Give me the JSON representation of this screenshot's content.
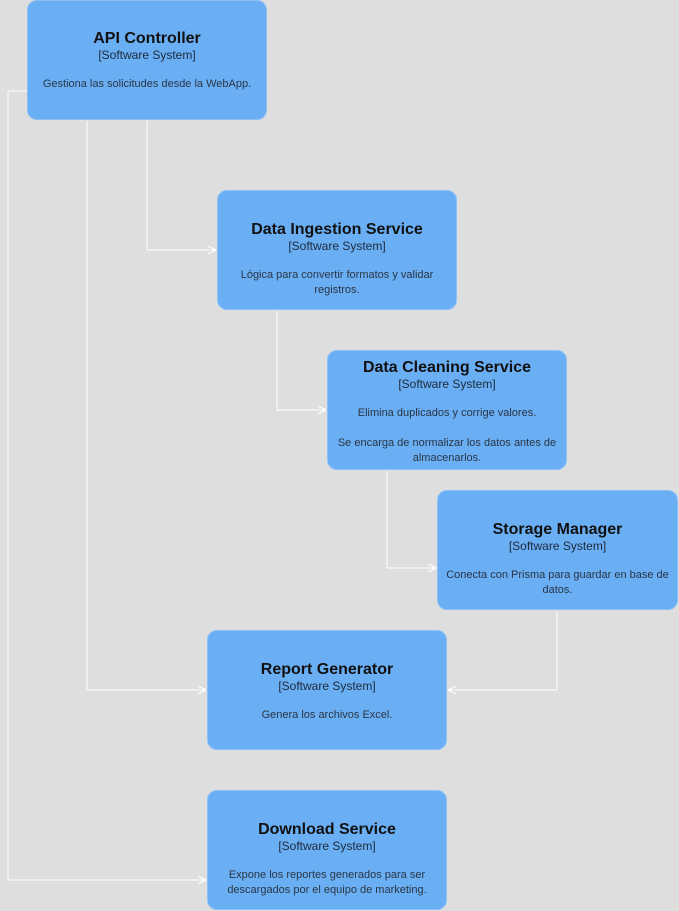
{
  "nodes": {
    "api_controller": {
      "title": "API Controller",
      "kind": "[Software System]",
      "description": "Gestiona las solicitudes desde la WebApp."
    },
    "data_ingestion": {
      "title": "Data Ingestion Service",
      "kind": "[Software System]",
      "description": "Lógica para convertir formatos y validar registros."
    },
    "data_cleaning": {
      "title": "Data Cleaning Service",
      "kind": "[Software System]",
      "description": "Elimina duplicados y corrige valores.\n\nSe encarga de normalizar los datos antes de almacenarlos."
    },
    "storage_manager": {
      "title": "Storage Manager",
      "kind": "[Software System]",
      "description": "Conecta con Prisma para guardar en base de datos."
    },
    "report_generator": {
      "title": "Report Generator",
      "kind": "[Software System]",
      "description": "Genera los archivos Excel."
    },
    "download_service": {
      "title": "Download Service",
      "kind": "[Software System]",
      "description": "Expone los reportes generados para ser descargados por el equipo de marketing."
    }
  },
  "edges": [
    {
      "from": "api_controller",
      "to": "data_ingestion"
    },
    {
      "from": "data_ingestion",
      "to": "data_cleaning"
    },
    {
      "from": "data_cleaning",
      "to": "storage_manager"
    },
    {
      "from": "storage_manager",
      "to": "report_generator"
    },
    {
      "from": "api_controller",
      "to": "report_generator"
    },
    {
      "from": "api_controller",
      "to": "download_service"
    }
  ],
  "colors": {
    "background": "#dedede",
    "node_fill": "#6aaef4",
    "connector": "#ffffff"
  }
}
